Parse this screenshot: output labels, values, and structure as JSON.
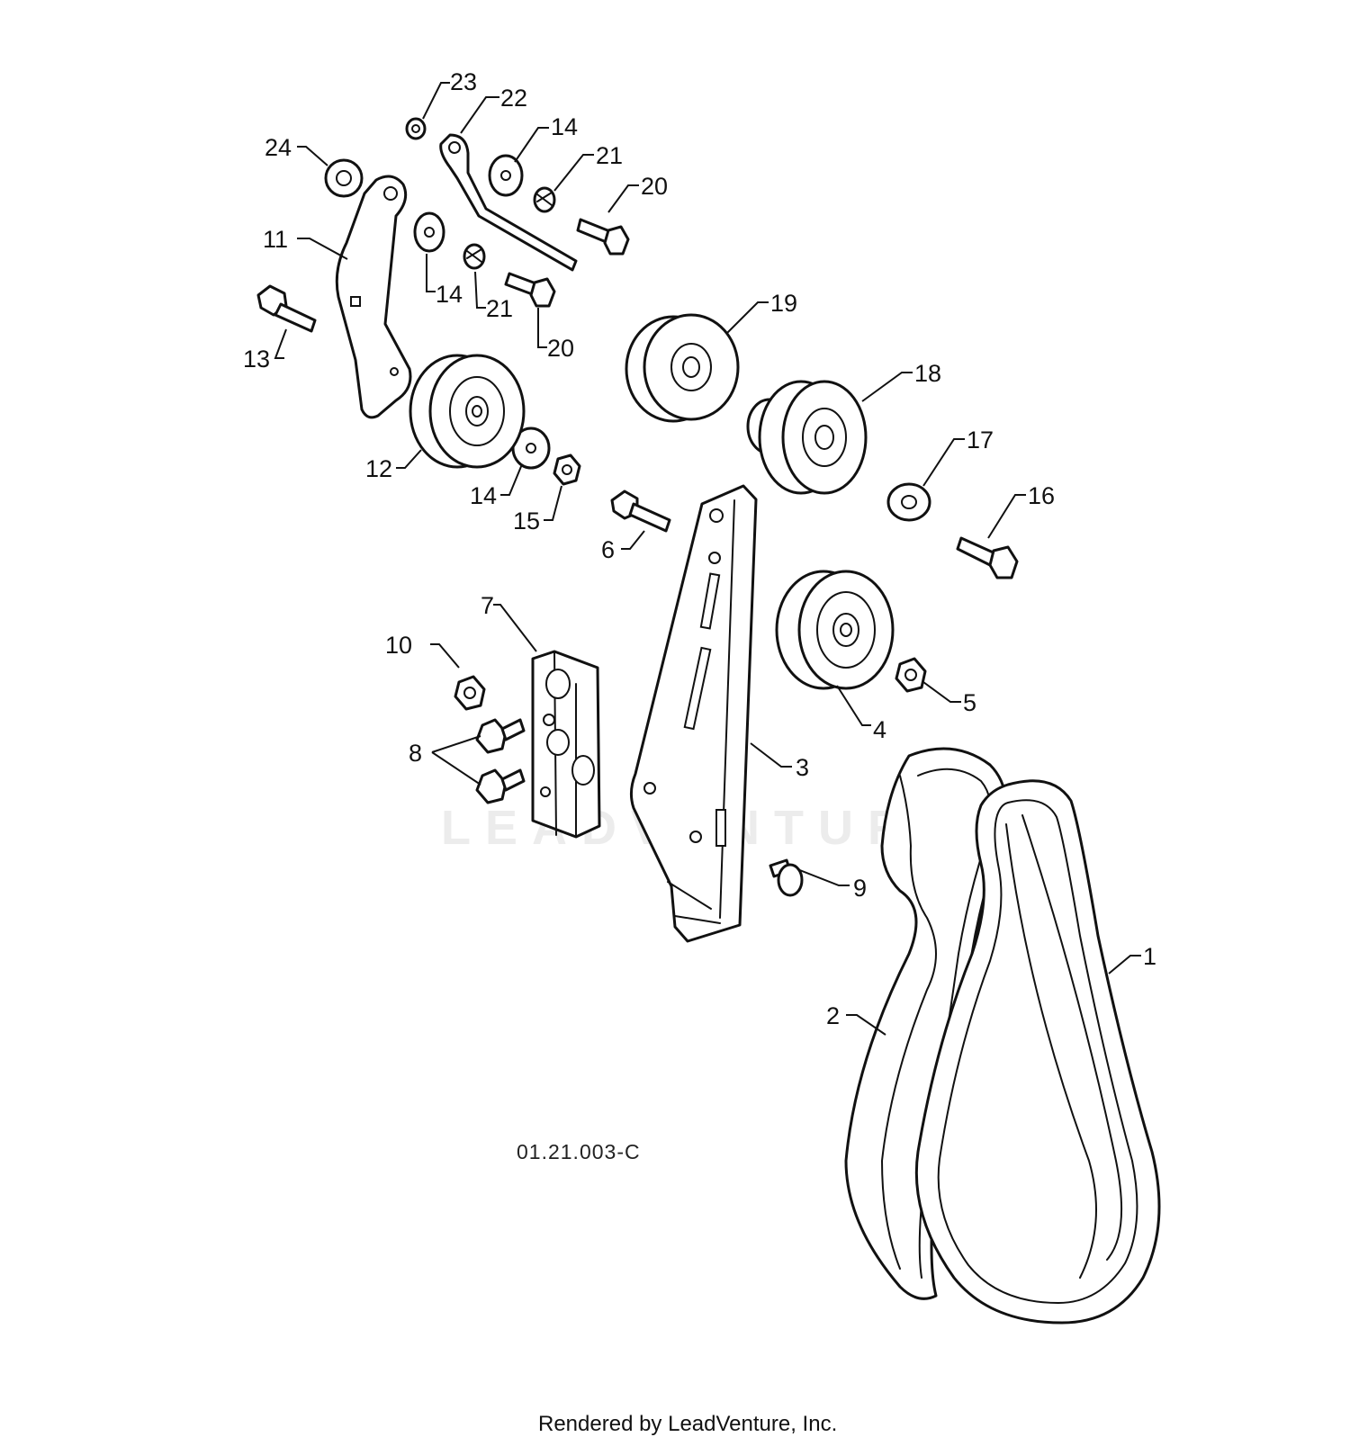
{
  "diagram": {
    "code": "01.21.003-C",
    "watermark": "LEADVENTURE",
    "footer": "Rendered by LeadVenture, Inc.",
    "callouts": {
      "c1": "1",
      "c2": "2",
      "c3": "3",
      "c4": "4",
      "c5": "5",
      "c6": "6",
      "c7": "7",
      "c8": "8",
      "c9": "9",
      "c10": "10",
      "c11": "11",
      "c12": "12",
      "c13": "13",
      "c14a": "14",
      "c14b": "14",
      "c14c": "14",
      "c15": "15",
      "c16": "16",
      "c17": "17",
      "c18": "18",
      "c19": "19",
      "c20a": "20",
      "c20b": "20",
      "c21a": "21",
      "c21b": "21",
      "c22": "22",
      "c23": "23",
      "c24": "24"
    },
    "colors": {
      "line": "#111111",
      "watermark": "#ececec",
      "background": "#ffffff"
    }
  }
}
